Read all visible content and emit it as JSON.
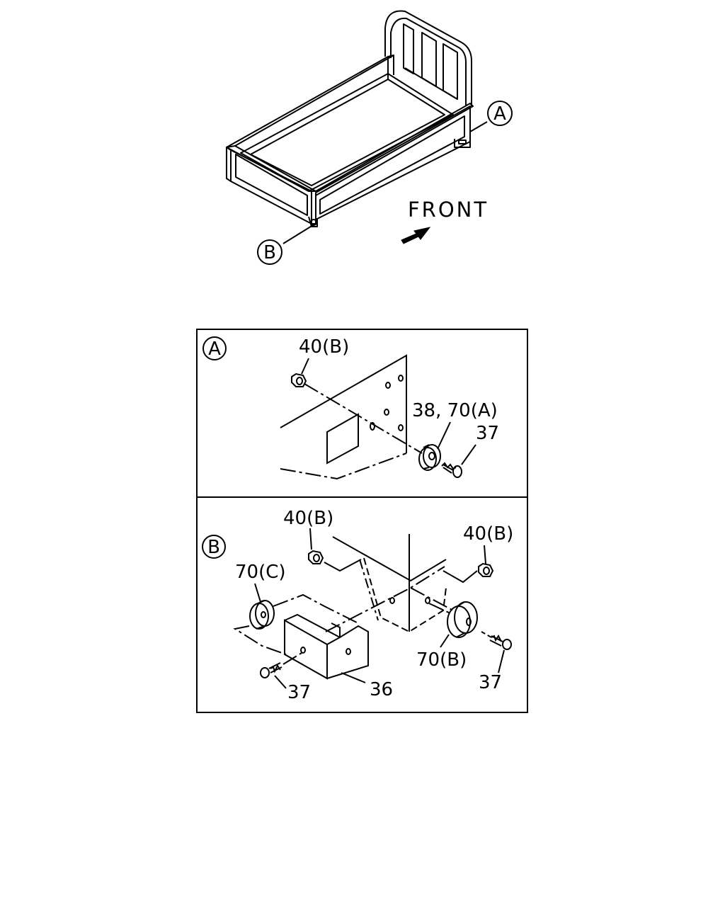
{
  "overview": {
    "front_label": "FRONT",
    "callout_a": "A",
    "callout_b": "B"
  },
  "detail_a": {
    "panel_label": "A",
    "labels": {
      "nut_top": "40(B)",
      "spacer": "38, 70(A)",
      "bolt": "37"
    }
  },
  "detail_b": {
    "panel_label": "B",
    "labels": {
      "nut_left": "40(B)",
      "nut_right": "40(B)",
      "spacer_left": "70(C)",
      "spacer_right": "70(B)",
      "bolt_left": "37",
      "bolt_right": "37",
      "bracket": "36"
    }
  },
  "colors": {
    "line": "#000000",
    "background": "#ffffff"
  }
}
